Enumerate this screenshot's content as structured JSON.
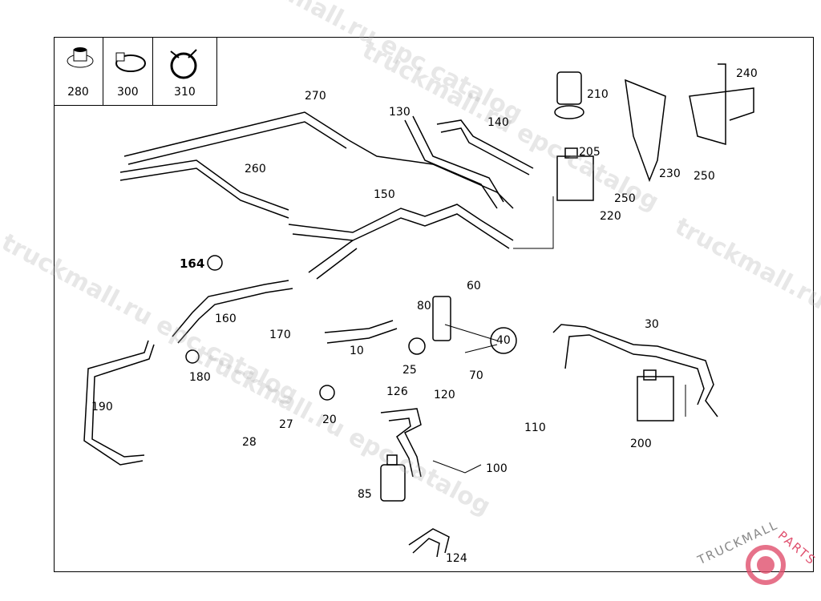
{
  "legend": [
    {
      "label": "280",
      "icon": "grommet-icon"
    },
    {
      "label": "300",
      "icon": "hose-clamp-icon"
    },
    {
      "label": "310",
      "icon": "spring-clamp-icon"
    }
  ],
  "callouts": [
    "270",
    "130",
    "140",
    "210",
    "240",
    "205",
    "260",
    "150",
    "230",
    "250",
    "250",
    "220",
    "164",
    "60",
    "80",
    "160",
    "170",
    "40",
    "30",
    "10",
    "25",
    "70",
    "180",
    "190",
    "27",
    "20",
    "126",
    "120",
    "110",
    "200",
    "28",
    "100",
    "85",
    "124"
  ],
  "watermark": "truckmall.ru epc catalog",
  "logo": {
    "left": "TRUCKMALL",
    "right": "PARTS",
    "accent": "#e0506e"
  }
}
